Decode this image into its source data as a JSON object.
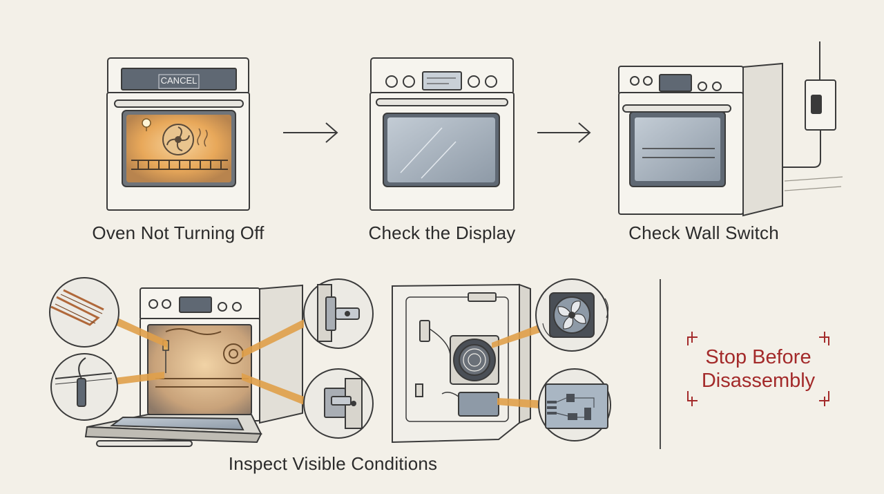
{
  "colors": {
    "background": "#f3f0e8",
    "ink": "#3a3a3a",
    "appliance": "#f6f4ee",
    "panel": "#5f6873",
    "glass": "#a9b6c3",
    "warm_glow": "#e8a85a",
    "callout": "#e0a04a",
    "alert": "#a32a2a"
  },
  "steps": [
    {
      "label": "Oven Not Turning Off",
      "display_text": "CANCEL"
    },
    {
      "label": "Check the Display"
    },
    {
      "label": "Check Wall Switch"
    }
  ],
  "inspect": {
    "label": "Inspect Visible Conditions"
  },
  "warning": {
    "line1": "Stop Before",
    "line2": "Disassembly"
  },
  "icons": [
    "arrow-right-icon",
    "light-bulb-icon",
    "fan-icon",
    "wall-switch-icon",
    "heating-element-icon",
    "temperature-probe-icon",
    "door-hinge-icon",
    "convection-fan-icon",
    "control-board-icon"
  ]
}
